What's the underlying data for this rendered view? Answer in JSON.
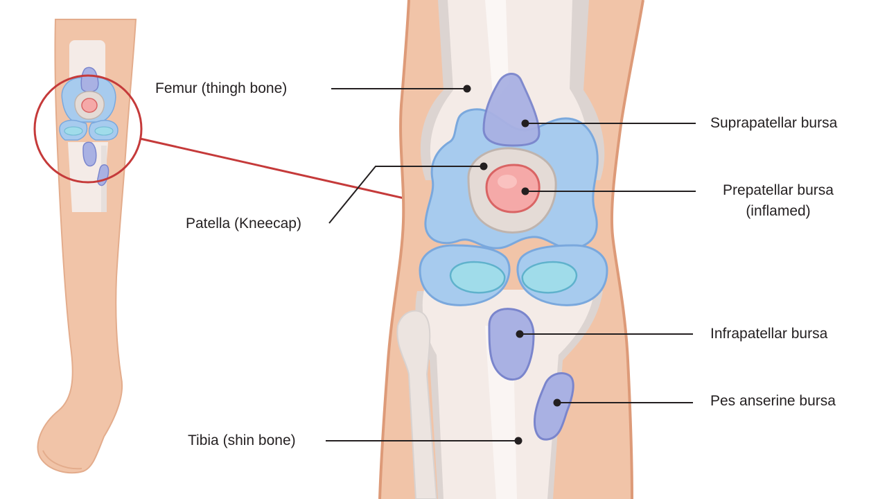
{
  "labels": {
    "femur": "Femur (thingh bone)",
    "patella": "Patella (Kneecap)",
    "tibia": "Tibia (shin bone)",
    "suprapatellar": "Suprapatellar bursa",
    "prepatellar_line1": "Prepatellar bursa",
    "prepatellar_line2": "(inflamed)",
    "infrapatellar": "Infrapatellar bursa",
    "pes_anserine": "Pes anserine bursa"
  },
  "colors": {
    "skin": "#f1c4a8",
    "skin_outline": "#dd9a78",
    "bone": "#f4ebe7",
    "bone_shadow": "#d8d2d0",
    "cartilage": "#a7cbee",
    "cartilage_outline": "#7aa8dd",
    "meniscus": "#a0dcea",
    "bursa": "#a9b1e3",
    "bursa_outline": "#7a85cc",
    "inflamed": "#f5a9a8",
    "inflamed_outline": "#d96464",
    "callout": "#c53a3a",
    "text": "#231f20"
  }
}
